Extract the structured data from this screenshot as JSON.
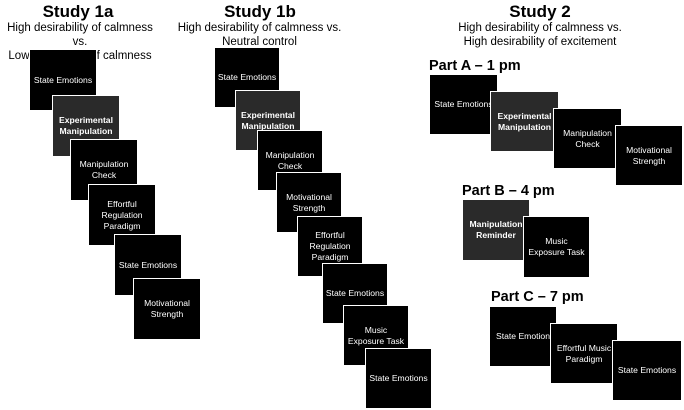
{
  "studies": [
    {
      "title": "Study 1a",
      "subtitle_lines": [
        "High desirability of calmness vs.",
        "Low desirability of calmness"
      ],
      "boxes": [
        {
          "label": "State Emotions",
          "style": "dark"
        },
        {
          "label": "Experimental Manipulation",
          "style": "gray"
        },
        {
          "label": "Manipulation Check",
          "style": "dark"
        },
        {
          "label": "Effortful Regulation Paradigm",
          "style": "dark"
        },
        {
          "label": "State Emotions",
          "style": "dark"
        },
        {
          "label": "Motivational Strength",
          "style": "dark"
        }
      ]
    },
    {
      "title": "Study 1b",
      "subtitle_lines": [
        "High desirability of calmness vs.",
        "Neutral control"
      ],
      "boxes": [
        {
          "label": "State Emotions",
          "style": "dark"
        },
        {
          "label": "Experimental Manipulation",
          "style": "gray"
        },
        {
          "label": "Manipulation Check",
          "style": "dark"
        },
        {
          "label": "Motivational Strength",
          "style": "dark"
        },
        {
          "label": "Effortful Regulation Paradigm",
          "style": "dark"
        },
        {
          "label": "State Emotions",
          "style": "dark"
        },
        {
          "label": "Music Exposure Task",
          "style": "dark"
        },
        {
          "label": "State Emotions",
          "style": "dark"
        }
      ]
    },
    {
      "title": "Study 2",
      "subtitle_lines": [
        "High desirability of calmness vs.",
        "High desirability of excitement"
      ],
      "parts": [
        {
          "title": "Part A – 1 pm",
          "boxes": [
            {
              "label": "State Emotions",
              "style": "dark"
            },
            {
              "label": "Experimental Manipulation",
              "style": "gray"
            },
            {
              "label": "Manipulation Check",
              "style": "dark"
            },
            {
              "label": "Motivational Strength",
              "style": "dark"
            }
          ]
        },
        {
          "title": "Part B – 4 pm",
          "boxes": [
            {
              "label": "Manipulation Reminder",
              "style": "gray"
            },
            {
              "label": "Music Exposure Task",
              "style": "dark"
            }
          ]
        },
        {
          "title": "Part C – 7 pm",
          "boxes": [
            {
              "label": "State Emotion",
              "style": "dark"
            },
            {
              "label": "Effortful Music Paradigm",
              "style": "dark"
            },
            {
              "label": "State Emotions",
              "style": "dark"
            }
          ]
        }
      ]
    }
  ]
}
